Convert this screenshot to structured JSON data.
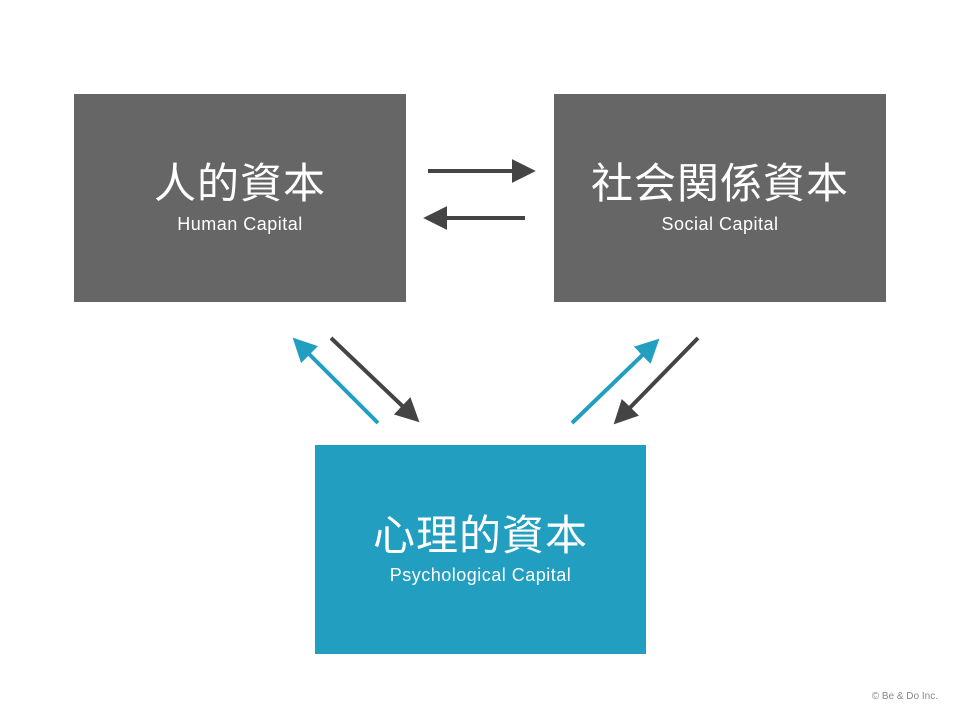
{
  "nodes": {
    "human": {
      "title": "人的資本",
      "subtitle": "Human Capital"
    },
    "social": {
      "title": "社会関係資本",
      "subtitle": "Social Capital"
    },
    "psych": {
      "title": "心理的資本",
      "subtitle": "Psychological Capital"
    }
  },
  "colors": {
    "gray_box": "#666666",
    "blue_box": "#219ec0",
    "dark_arrow": "#444444",
    "blue_arrow": "#219ec0"
  },
  "footer": {
    "copyright": "© Be & Do Inc."
  }
}
